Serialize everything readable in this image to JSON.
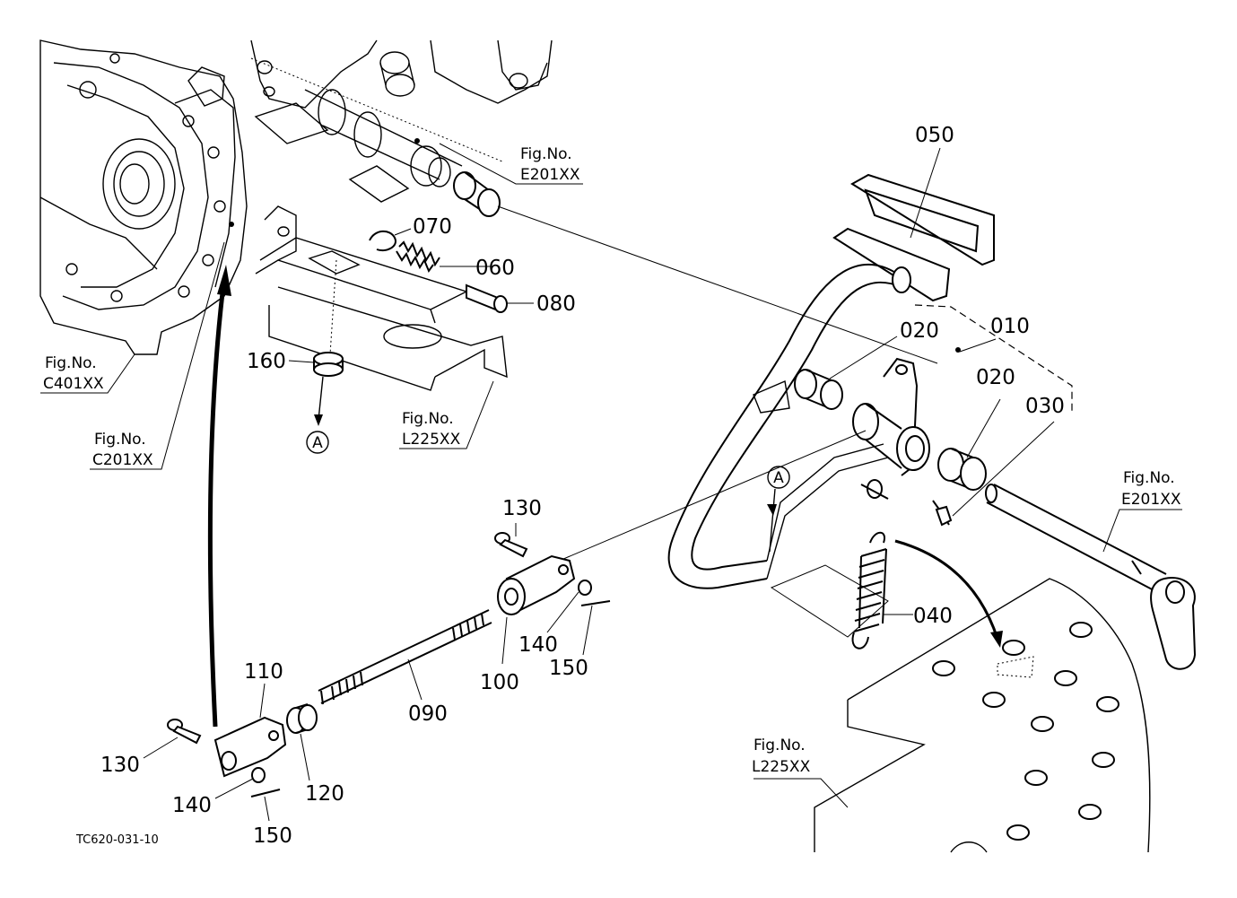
{
  "callouts": {
    "c010": "010",
    "c020a": "020",
    "c020b": "020",
    "c030": "030",
    "c040": "040",
    "c050": "050",
    "c060": "060",
    "c070": "070",
    "c080": "080",
    "c090": "090",
    "c100": "100",
    "c110": "110",
    "c120": "120",
    "c130a": "130",
    "c130b": "130",
    "c140a": "140",
    "c140b": "140",
    "c150a": "150",
    "c150b": "150",
    "c160": "160"
  },
  "figure_refs": {
    "fig_label": "Fig.No.",
    "e201_top": "E201XX",
    "c401": "C401XX",
    "c201": "C201XX",
    "l225_mid": "L225XX",
    "e201_right": "E201XX",
    "l225_bottom": "L225XX"
  },
  "view_markers": {
    "marker_a1": "A",
    "marker_a2": "A"
  },
  "footer": {
    "drawing_code": "TC620-031-10"
  }
}
